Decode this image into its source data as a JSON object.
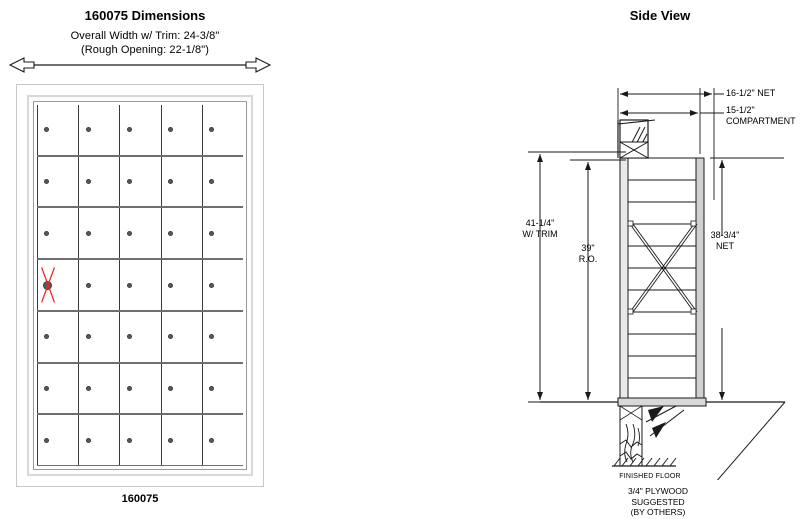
{
  "front": {
    "title": "160075 Dimensions",
    "subtitle_line1": "Overall Width w/ Trim: 24-3/8\"",
    "subtitle_line2": "(Rough Opening: 22-1/8\")",
    "part_label": "160075",
    "grid": {
      "rows": 7,
      "columns": 5,
      "total_compartments": 35,
      "marked_cell": {
        "row": 4,
        "column": 1,
        "mark": "red-x",
        "lock_style": "enlarged"
      }
    }
  },
  "side": {
    "title": "Side View",
    "dimensions": {
      "depth_net": "16-1/2\" NET",
      "compartment_depth_line1": "15-1/2\"",
      "compartment_depth_line2": "COMPARTMENT",
      "height_trim_line1": "41-1/4\"",
      "height_trim_line2": "W/ TRIM",
      "rough_opening_line1": "39\"",
      "rough_opening_line2": "R.O.",
      "height_net_line1": "38-3/4\"",
      "height_net_line2": "NET"
    },
    "notes": {
      "finished_floor": "FINISHED FLOOR",
      "plywood_line1": "3/4\" PLYWOOD",
      "plywood_line2": "SUGGESTED",
      "plywood_line3": "(BY OTHERS)"
    }
  },
  "colors": {
    "line": "#1a1a1a",
    "frame_gray": "#6e6e6e",
    "trim_gray": "#d8d8d8",
    "lock": "#5a5a5a",
    "mark_red": "#ee2222",
    "background": "#ffffff"
  }
}
